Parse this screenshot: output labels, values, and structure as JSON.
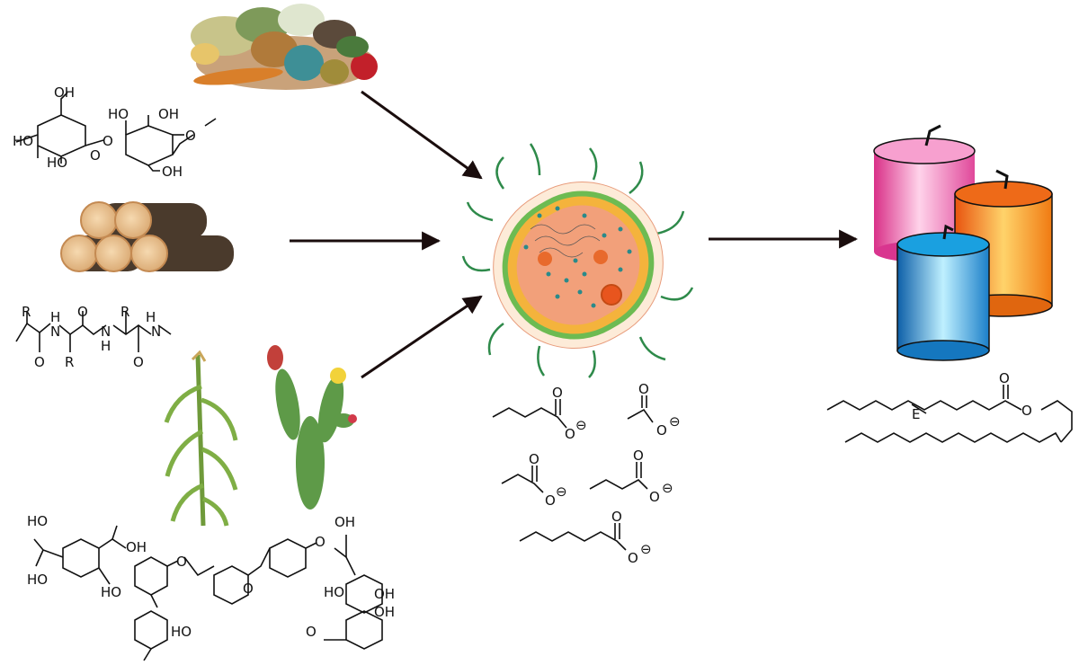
{
  "labels": {
    "oh": "OH",
    "ho": "HO",
    "o": "O",
    "r": "R",
    "h": "H",
    "n": "N",
    "e": "E",
    "minus": "⊖"
  },
  "icons": {
    "waste": "food-waste-icon",
    "logs": "wood-logs-icon",
    "corn": "corn-plant-icon",
    "cactus": "cactus-icon",
    "bacterium": "bacterium-icon",
    "candles": "candles-icon"
  },
  "colors": {
    "arrow": "#1a0d0d",
    "bond": "#111111",
    "candle_pink": "#f24fa8",
    "candle_orange": "#f58a18",
    "candle_blue": "#1a8fd6",
    "cell_orange": "#f4b33c",
    "cell_inner": "#f2a07a"
  }
}
